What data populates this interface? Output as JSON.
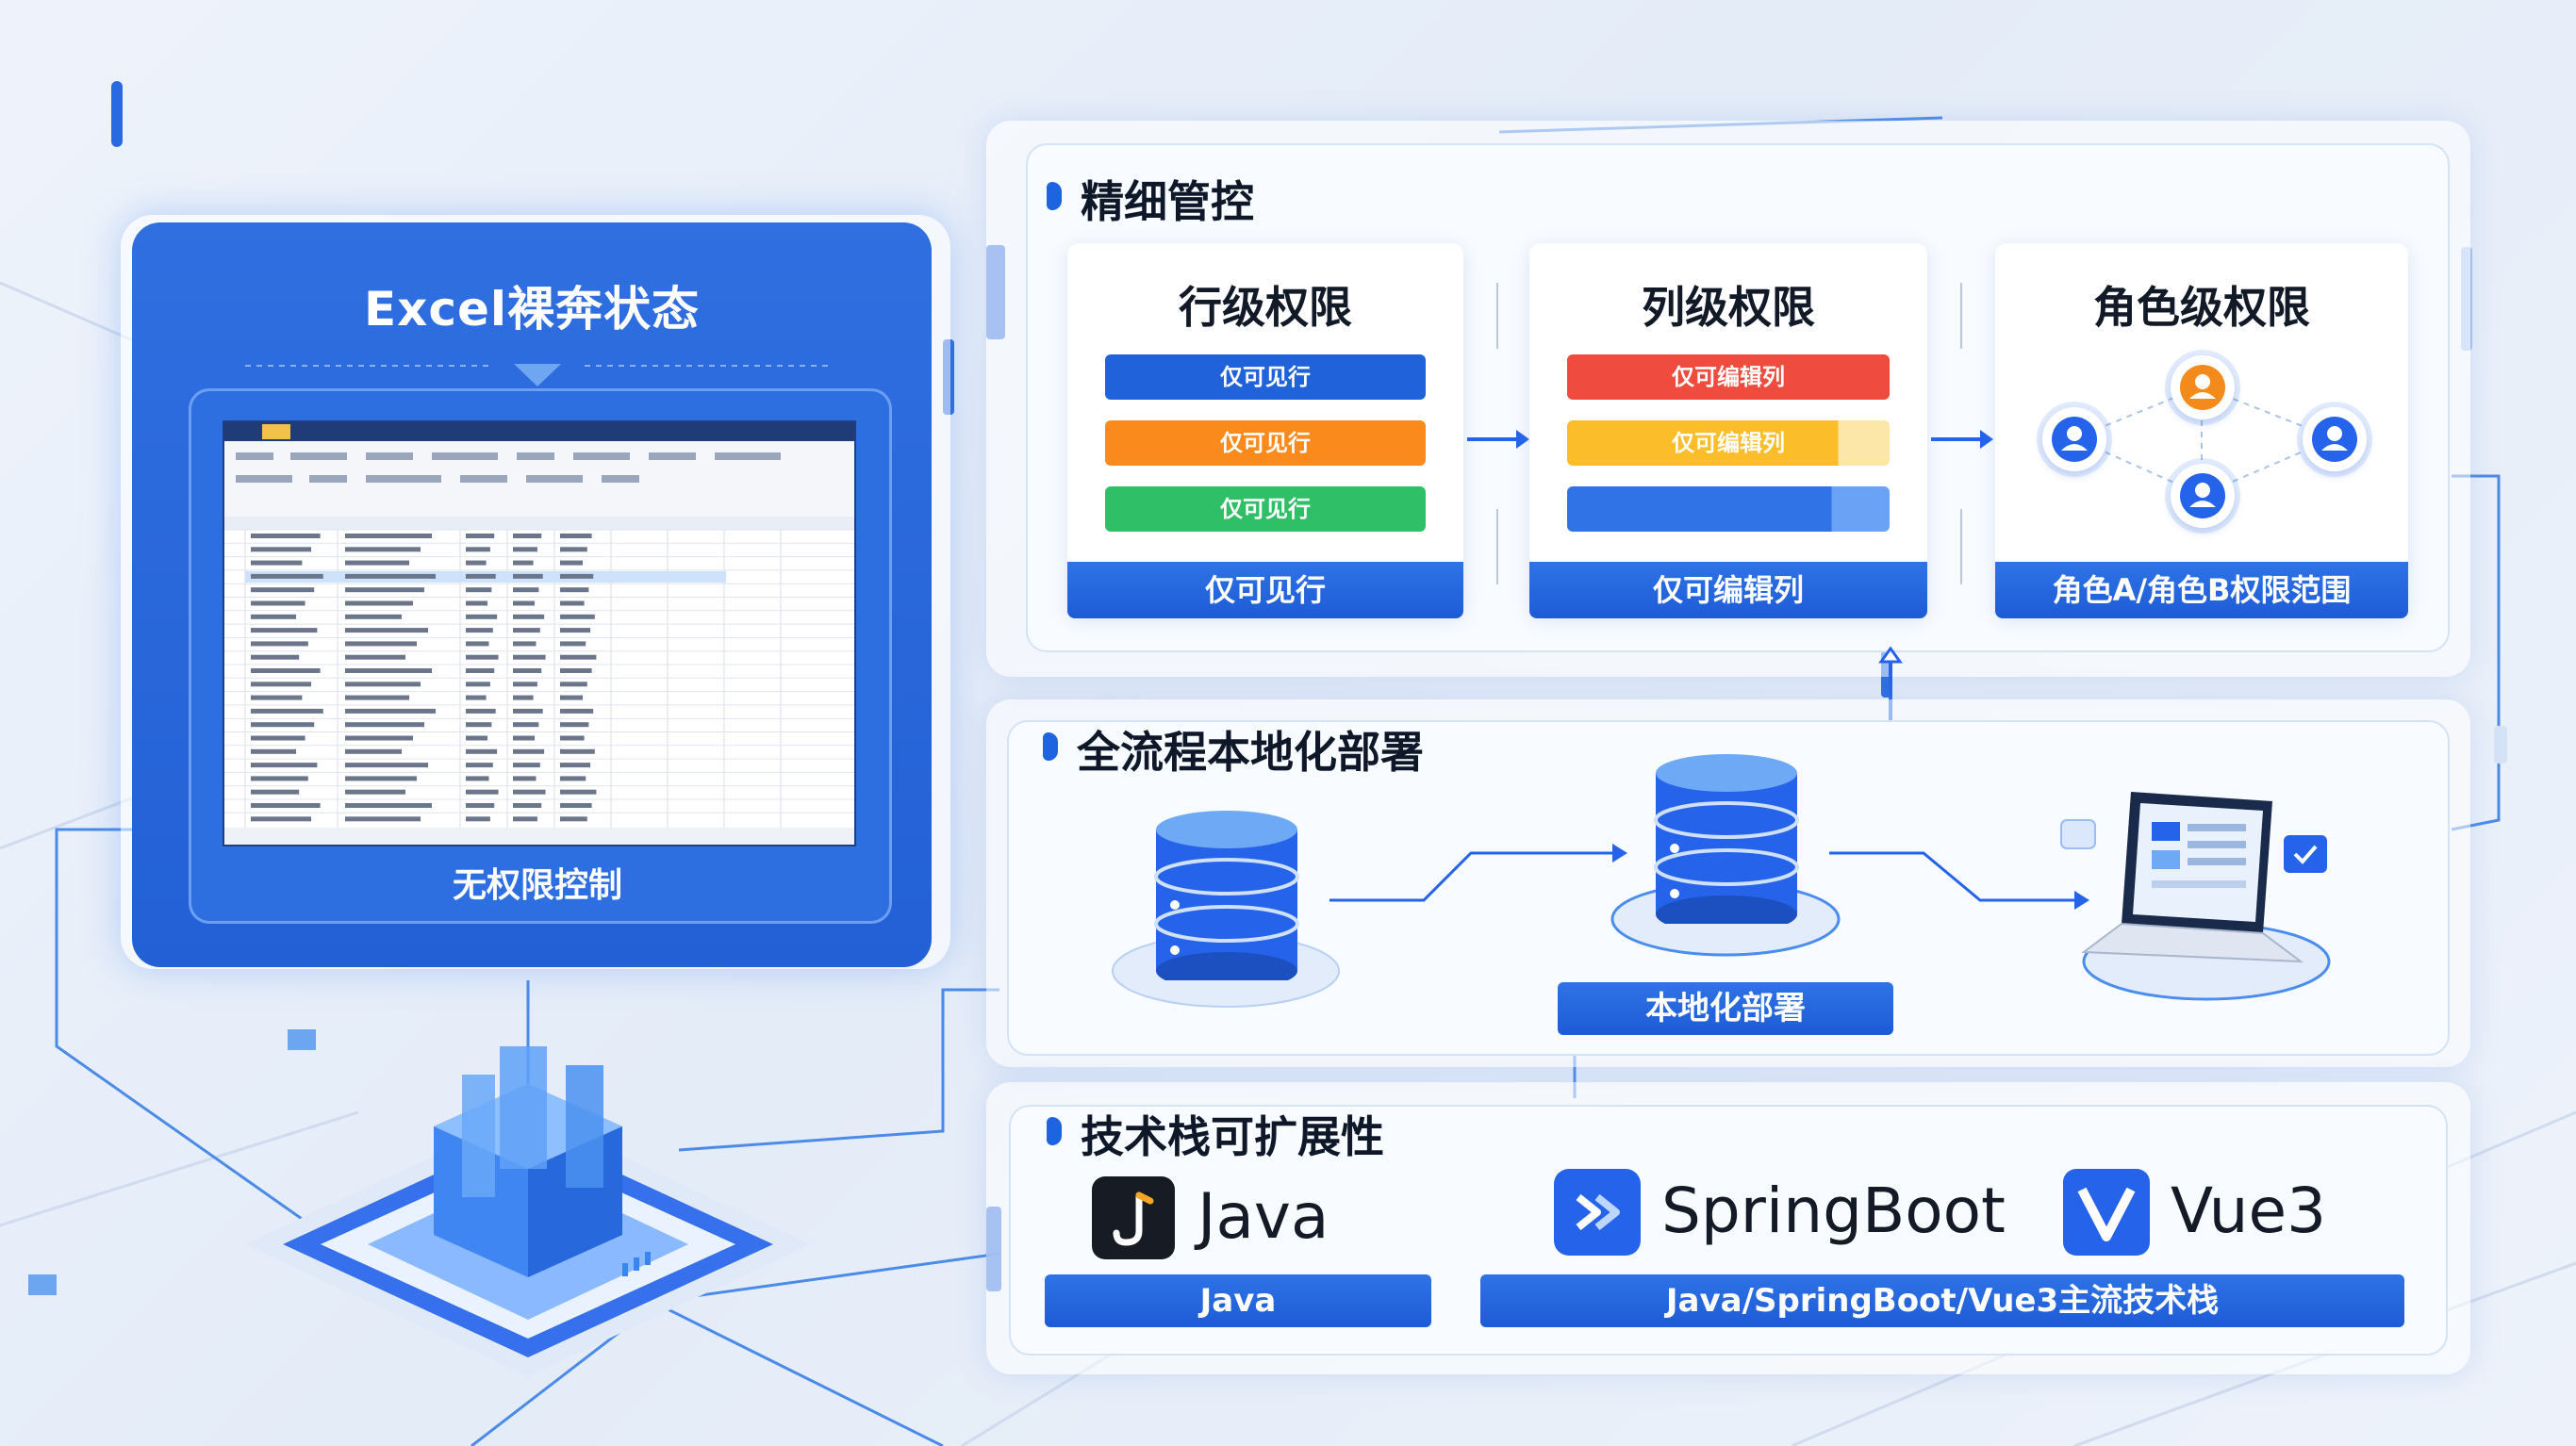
{
  "excel": {
    "title": "Excel裸奔状态",
    "subtitle": "无权限控制"
  },
  "section1": {
    "title": "精细管控",
    "cards": [
      {
        "title": "行级权限",
        "bars": [
          "仅可见行",
          "仅可见行",
          "仅可见行"
        ],
        "footer": "仅可见行"
      },
      {
        "title": "列级权限",
        "bars": [
          "仅可编辑列",
          "仅可编辑列",
          ""
        ],
        "footer": "仅可编辑列"
      },
      {
        "title": "角色级权限",
        "footer": "角色A/角色B权限范围"
      }
    ]
  },
  "section2": {
    "title": "全流程本地化部署",
    "label": "本地化部署"
  },
  "section3": {
    "title": "技术栈可扩展性",
    "techs": [
      "Java",
      "SpringBoot",
      "Vue3"
    ],
    "label_java": "Java",
    "label_stack": "Java/SpringBoot/Vue3主流技术栈"
  },
  "colors": {
    "primary": "#2563eb",
    "red": "#ef4b3f",
    "orange": "#fb8a1c",
    "green": "#2fbf66",
    "yellow": "#fbbd2a",
    "avatar_orange": "#f28a1c"
  },
  "icons": [
    "database-icon",
    "laptop-icon",
    "user-icon",
    "java-logo-icon",
    "springboot-logo-icon",
    "vue-logo-icon",
    "check-icon",
    "arrow-right-icon",
    "arrow-up-icon"
  ]
}
